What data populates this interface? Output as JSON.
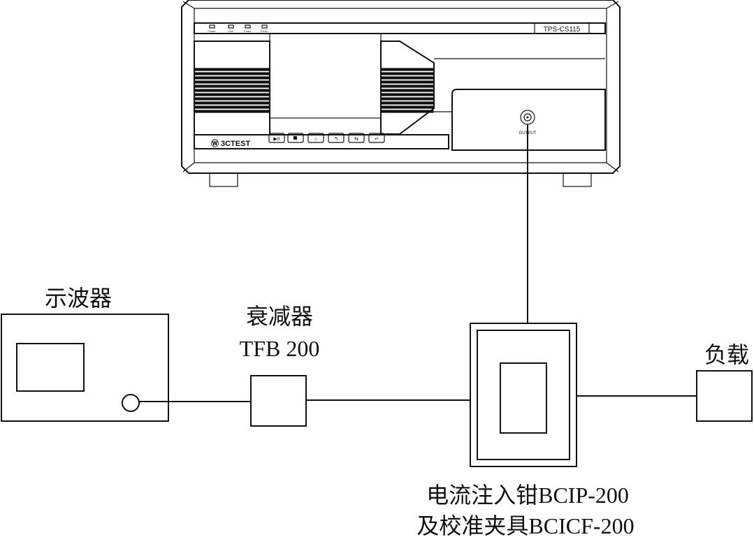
{
  "device": {
    "model": "TPS-CS115",
    "brand": "3CTEST",
    "leds": [
      "Power",
      "Line",
      "Pulse",
      "Error"
    ],
    "output_label": "OUTPUT",
    "buttons": [
      "play-pause",
      "stop",
      "home",
      "back",
      "tab",
      "enter"
    ]
  },
  "oscilloscope": {
    "label": "示波器"
  },
  "attenuator": {
    "label": "衰减器",
    "model": "TFB 200"
  },
  "clamp": {
    "line1": "电流注入钳BCIP-200",
    "line2": "及校准夹具BCICF-200"
  },
  "load": {
    "label": "负载"
  }
}
